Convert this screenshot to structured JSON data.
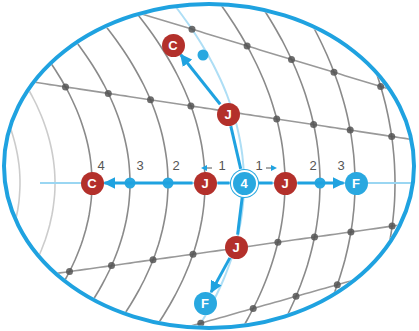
{
  "diagram": {
    "nodes": [
      {
        "text": [
          "C"
        ]
      },
      {
        "text": [
          "J"
        ]
      },
      {
        "text": [
          "C"
        ]
      },
      {
        "text": [
          "J"
        ]
      },
      {
        "text": [
          "4"
        ]
      },
      {
        "text": [
          "J"
        ]
      },
      {
        "text": [
          "F"
        ]
      },
      {
        "text": [
          "J"
        ]
      },
      {
        "text": [
          "F"
        ]
      }
    ],
    "edges": [
      {
        "from": 4,
        "to": 1,
        "arrow": "none"
      },
      {
        "from": 1,
        "to": 0,
        "arrow": "to"
      },
      {
        "from": 4,
        "to": 3,
        "arrow": "none"
      },
      {
        "from": 3,
        "to": 2,
        "arrow": "to"
      },
      {
        "from": 4,
        "to": 5,
        "arrow": "none"
      },
      {
        "from": 5,
        "to": 6,
        "arrow": "to"
      },
      {
        "from": 4,
        "to": 7,
        "arrow": "none"
      },
      {
        "from": 7,
        "to": 8,
        "arrow": "to"
      }
    ],
    "labels": [
      "4",
      "3",
      "2",
      "1",
      "1",
      "2",
      "3"
    ]
  }
}
